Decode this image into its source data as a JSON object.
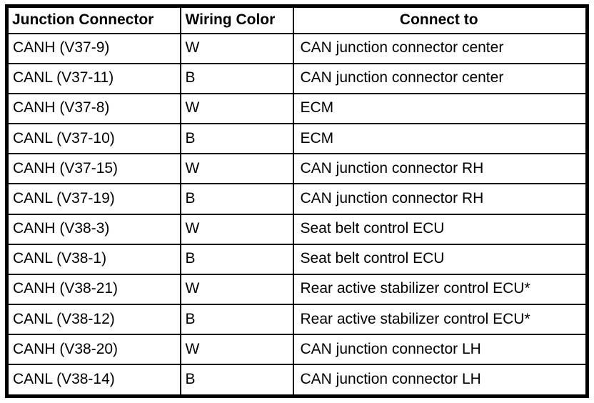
{
  "table": {
    "headers": {
      "connector": "Junction Connector",
      "color": "Wiring Color",
      "connect_to": "Connect to"
    },
    "rows": [
      {
        "connector": "CANH (V37-9)",
        "color": "W",
        "connect_to": "CAN junction connector center"
      },
      {
        "connector": "CANL (V37-11)",
        "color": "B",
        "connect_to": "CAN junction connector center"
      },
      {
        "connector": "CANH (V37-8)",
        "color": "W",
        "connect_to": "ECM"
      },
      {
        "connector": "CANL (V37-10)",
        "color": "B",
        "connect_to": "ECM"
      },
      {
        "connector": "CANH (V37-15)",
        "color": "W",
        "connect_to": "CAN junction connector RH"
      },
      {
        "connector": "CANL (V37-19)",
        "color": "B",
        "connect_to": "CAN junction connector RH"
      },
      {
        "connector": "CANH (V38-3)",
        "color": "W",
        "connect_to": "Seat belt control ECU"
      },
      {
        "connector": "CANL (V38-1)",
        "color": "B",
        "connect_to": "Seat belt control ECU"
      },
      {
        "connector": "CANH (V38-21)",
        "color": "W",
        "connect_to": "Rear active stabilizer control ECU*"
      },
      {
        "connector": "CANL (V38-12)",
        "color": "B",
        "connect_to": "Rear active stabilizer control ECU*"
      },
      {
        "connector": "CANH (V38-20)",
        "color": "W",
        "connect_to": "CAN junction connector LH"
      },
      {
        "connector": "CANL (V38-14)",
        "color": "B",
        "connect_to": "CAN junction connector LH"
      }
    ],
    "colors": {
      "border": "#000000",
      "background": "#ffffff",
      "text": "#000000"
    }
  }
}
